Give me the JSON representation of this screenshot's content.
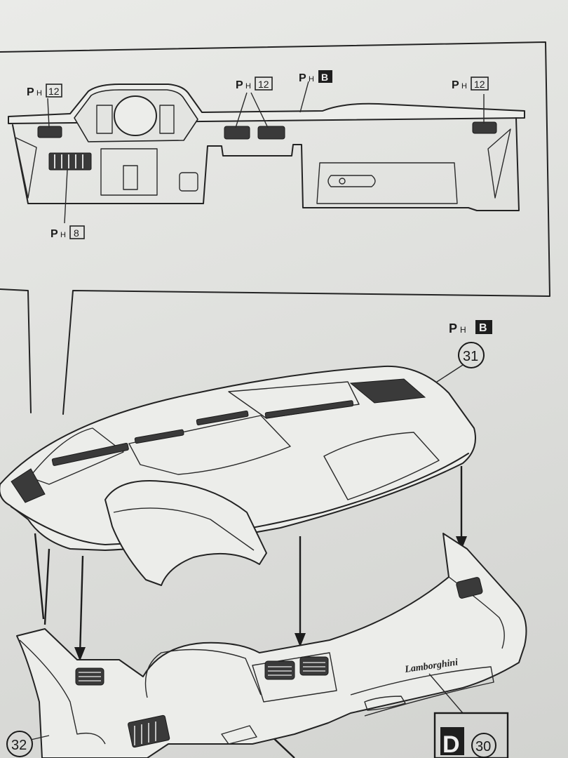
{
  "inset": {
    "callouts": [
      {
        "prefix": "P",
        "sub": "H",
        "code": "12"
      },
      {
        "prefix": "P",
        "sub": "H",
        "code": "12"
      },
      {
        "prefix": "P",
        "sub": "H",
        "code": "B"
      },
      {
        "prefix": "P",
        "sub": "H",
        "code": "12"
      },
      {
        "prefix": "P",
        "sub": "H",
        "code": "8"
      }
    ]
  },
  "main": {
    "paint_callout": {
      "prefix": "P",
      "sub": "H",
      "code": "B"
    },
    "parts": [
      {
        "number": "31"
      },
      {
        "number": "32"
      },
      {
        "number": "30"
      }
    ],
    "decal": {
      "letter": "D"
    },
    "logo_text": "Lamborghini"
  },
  "colors": {
    "paper": "#e6e7e4",
    "line": "#232323",
    "vent": "#3a3a3a"
  }
}
